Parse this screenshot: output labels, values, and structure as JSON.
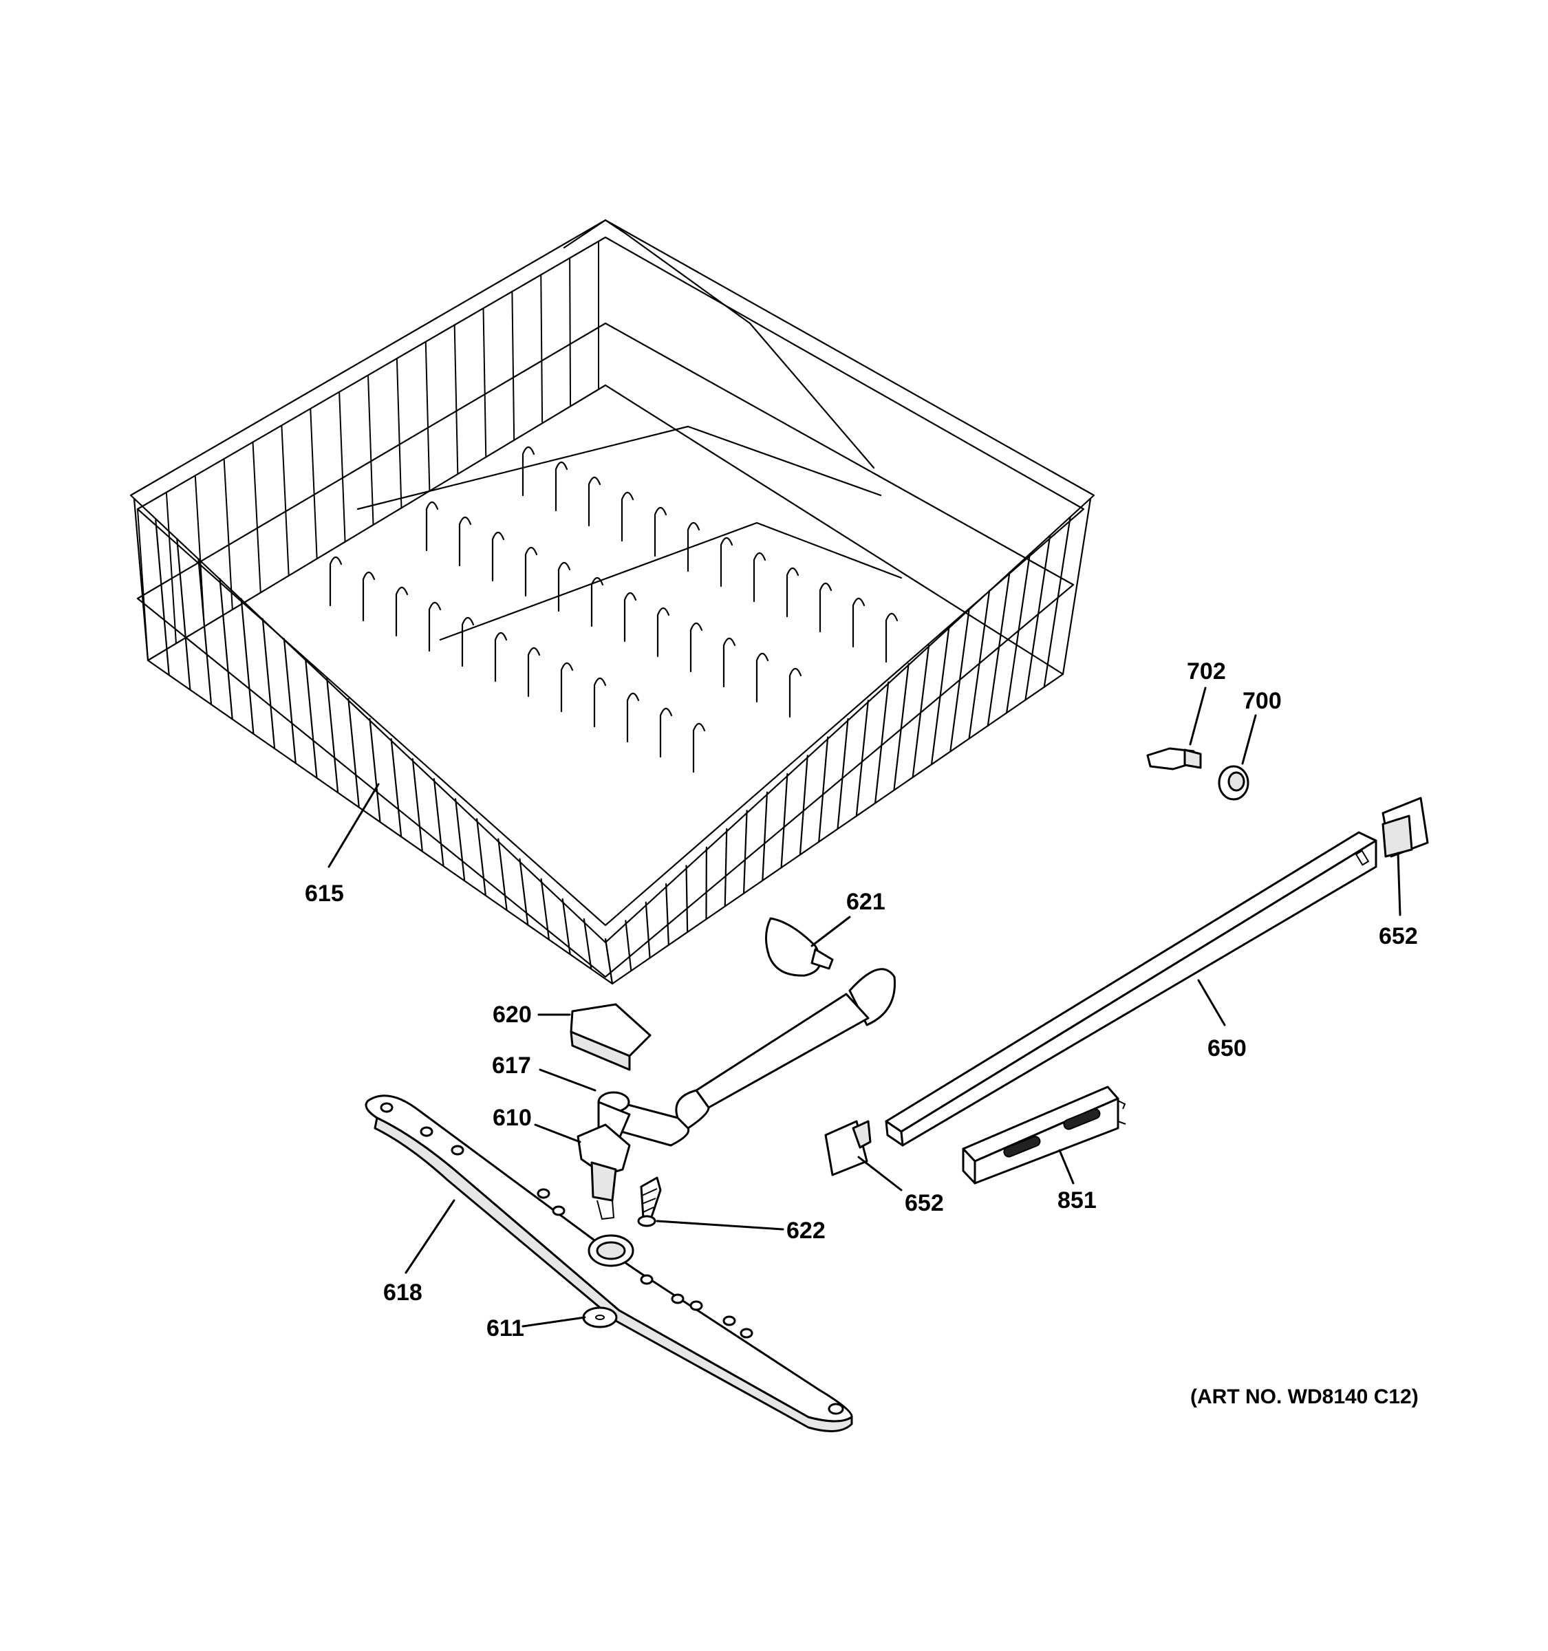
{
  "diagram": {
    "art_number": "(ART NO. WD8140 C12)",
    "callouts": [
      {
        "id": "615",
        "label": "615",
        "part": "upper-rack"
      },
      {
        "id": "702",
        "label": "702",
        "part": "stop-clip"
      },
      {
        "id": "700",
        "label": "700",
        "part": "roller"
      },
      {
        "id": "652a",
        "label": "652",
        "part": "track-end-cap-right"
      },
      {
        "id": "621",
        "label": "621",
        "part": "clamp"
      },
      {
        "id": "650",
        "label": "650",
        "part": "rack-track"
      },
      {
        "id": "620",
        "label": "620",
        "part": "cover"
      },
      {
        "id": "617",
        "label": "617",
        "part": "feed-tube"
      },
      {
        "id": "610",
        "label": "610",
        "part": "manifold"
      },
      {
        "id": "622",
        "label": "622",
        "part": "screw"
      },
      {
        "id": "652b",
        "label": "652",
        "part": "track-end-cap-left"
      },
      {
        "id": "851",
        "label": "851",
        "part": "slide-rail"
      },
      {
        "id": "618",
        "label": "618",
        "part": "spray-arm"
      },
      {
        "id": "611",
        "label": "611",
        "part": "washer"
      }
    ]
  }
}
